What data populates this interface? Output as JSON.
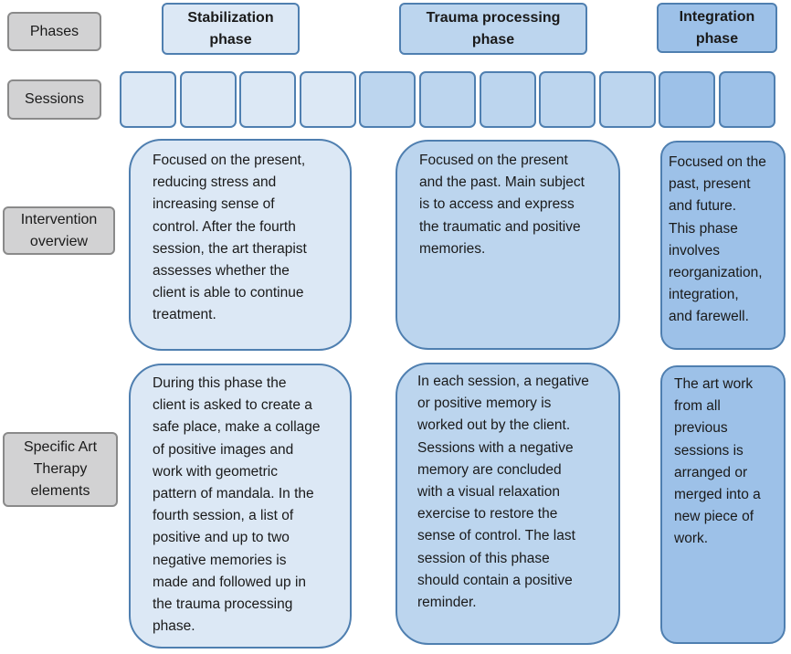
{
  "row_labels": {
    "phases": "Phases",
    "sessions": "Sessions",
    "intervention": "Intervention\noverview",
    "art_therapy": "Specific Art\nTherapy\nelements"
  },
  "phases": {
    "stabilization": "Stabilization\nphase",
    "trauma": "Trauma processing\nphase",
    "integration": "Integration\nphase"
  },
  "sessions": {
    "count": 11,
    "stabilization_sessions": 4,
    "trauma_sessions": 5,
    "integration_sessions": 2
  },
  "intervention_overview": {
    "stabilization": "Focused on the present,\nreducing stress and\nincreasing sense of\ncontrol. After the fourth\nsession, the art therapist\nassesses whether the\nclient is able to continue\ntreatment.",
    "trauma": "Focused on the present\nand the past. Main subject\nis to access and express\nthe traumatic and positive\nmemories.",
    "integration": "Focused on the\npast, present\nand future.\nThis phase\ninvolves\nreorganization,\nintegration,\nand farewell."
  },
  "art_therapy_elements": {
    "stabilization": "During this phase the\nclient is asked to create a\nsafe place, make a collage\nof positive images and\nwork with geometric\npattern of mandala. In the\nfourth session, a list of\npositive and up to two\nnegative memories is\nmade and followed up in\nthe trauma processing\nphase.",
    "trauma": "In each session, a negative\nor positive memory is\nworked out by the client.\nSessions with a negative\nmemory are concluded\nwith a visual relaxation\nexercise to restore the\nsense of control. The last\nsession of this phase\nshould contain a positive\nreminder.",
    "integration": "The art work\nfrom all\nprevious\nsessions is\narranged or\nmerged into a\nnew piece of\nwork."
  },
  "colors": {
    "stabilization": "#dce8f5",
    "trauma": "#bcd5ee",
    "integration": "#9dc1e8",
    "border": "#4f7fb0",
    "label_bg": "#d2d2d3"
  }
}
